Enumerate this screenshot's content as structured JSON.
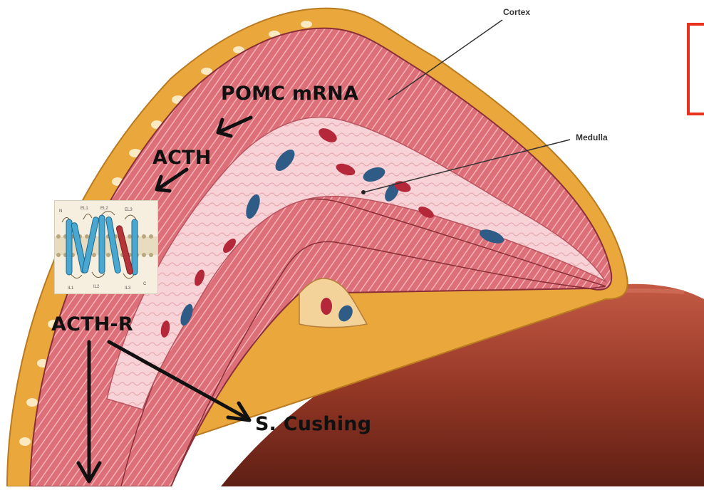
{
  "labels": {
    "cortex": "Cortex",
    "medulla": "Medulla",
    "pomc": "POMC mRNA",
    "acth": "ACTH",
    "acth_r": "ACTH-R",
    "cushing": "S. Cushing"
  },
  "receptor_loops": {
    "n": "N",
    "el1": "EL1",
    "el2": "EL2",
    "el3": "EL3",
    "il1": "IL1",
    "il2": "IL2",
    "il3": "IL3",
    "c": "C"
  },
  "colors": {
    "capsule": "#e9a73c",
    "cortex": "#d9646f",
    "cortex_light": "#f1b0b4",
    "medulla": "#f6cdd2",
    "tissue": "#9c3c2c",
    "vessel_blue": "#2f5b87",
    "vessel_red": "#b4283a",
    "helix": "#4aa7cf",
    "helix_red": "#b5343a",
    "frame": "#e8321e"
  }
}
